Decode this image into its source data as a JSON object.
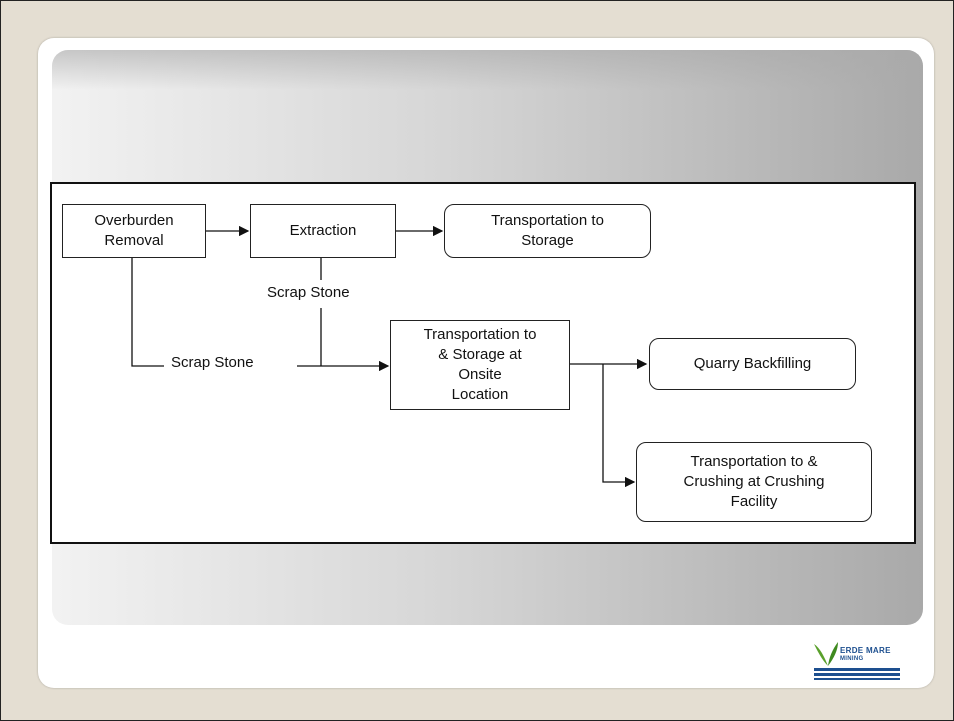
{
  "diagram": {
    "nodes": {
      "overburden": "Overburden\nRemoval",
      "extraction": "Extraction",
      "transport_storage": "Transportation to\nStorage",
      "onsite": "Transportation to\n& Storage at\nOnsite\nLocation",
      "backfilling": "Quarry Backfilling",
      "crushing": "Transportation to &\nCrushing at Crushing\nFacility"
    },
    "edge_labels": {
      "scrap_stone_upper": "Scrap Stone",
      "scrap_stone_lower": "Scrap Stone"
    }
  },
  "logo": {
    "line1": "ERDE MARE",
    "line2": "MINING",
    "colors": {
      "green": "#5aa02c",
      "blue": "#1d4f8f"
    }
  }
}
